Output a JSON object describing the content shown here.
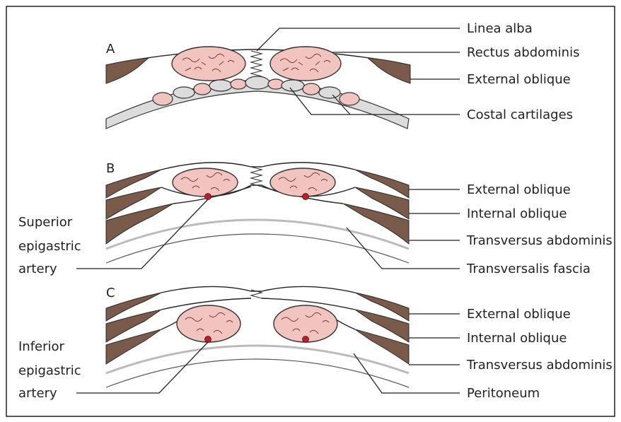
{
  "panels": {
    "a": {
      "letter": "A",
      "labels": [
        "Linea alba",
        "Rectus abdominis",
        "External oblique",
        "Costal cartilages"
      ]
    },
    "b": {
      "letter": "B",
      "labels": [
        "External oblique",
        "Internal oblique",
        "Transversus abdominis",
        "Transversalis fascia"
      ],
      "side_label": [
        "Superior",
        "epigastric",
        "artery"
      ]
    },
    "c": {
      "letter": "C",
      "labels": [
        "External oblique",
        "Internal oblique",
        "Transversus abdominis",
        "Peritoneum"
      ],
      "side_label": [
        "Inferior",
        "epigastric",
        "artery"
      ]
    }
  },
  "colors": {
    "muscle": "#7a5a4a",
    "rectus": "#f2c4c0",
    "cartilage": "#dcdcdc",
    "vessel": "#b4222a"
  }
}
